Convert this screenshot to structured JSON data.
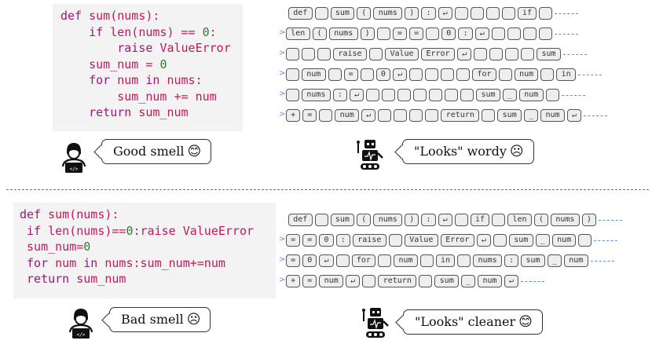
{
  "good_code": [
    [
      {
        "t": "def ",
        "c": "kw"
      },
      {
        "t": "sum(nums):",
        "c": "plain"
      }
    ],
    [
      {
        "t": "    if ",
        "c": "kw"
      },
      {
        "t": "len(nums) == ",
        "c": "plain"
      },
      {
        "t": "0",
        "c": "num"
      },
      {
        "t": ":",
        "c": "plain"
      }
    ],
    [
      {
        "t": "        raise ",
        "c": "kw"
      },
      {
        "t": "ValueError",
        "c": "plain"
      }
    ],
    [
      {
        "t": "    sum_num = ",
        "c": "plain"
      },
      {
        "t": "0",
        "c": "num"
      }
    ],
    [
      {
        "t": "    for ",
        "c": "kw"
      },
      {
        "t": "num ",
        "c": "plain"
      },
      {
        "t": "in ",
        "c": "kw"
      },
      {
        "t": "nums:",
        "c": "plain"
      }
    ],
    [
      {
        "t": "        sum_num += num",
        "c": "plain"
      }
    ],
    [
      {
        "t": "    return ",
        "c": "kw"
      },
      {
        "t": "sum_num",
        "c": "plain"
      }
    ]
  ],
  "bad_code": [
    [
      {
        "t": "def ",
        "c": "kw"
      },
      {
        "t": "sum(nums):",
        "c": "plain"
      }
    ],
    [
      {
        "t": " if ",
        "c": "kw"
      },
      {
        "t": "len(nums)==",
        "c": "plain"
      },
      {
        "t": "0",
        "c": "num"
      },
      {
        "t": ":raise ValueError",
        "c": "plain"
      }
    ],
    [
      {
        "t": " sum_num=",
        "c": "plain"
      },
      {
        "t": "0",
        "c": "num"
      }
    ],
    [
      {
        "t": " for ",
        "c": "kw"
      },
      {
        "t": "num ",
        "c": "plain"
      },
      {
        "t": "in ",
        "c": "kw"
      },
      {
        "t": "nums:sum_num+=num",
        "c": "plain"
      }
    ],
    [
      {
        "t": " return ",
        "c": "kw"
      },
      {
        "t": "sum_num",
        "c": "plain"
      }
    ]
  ],
  "good_tokens": [
    [
      "def",
      "",
      "sum",
      "(",
      "nums",
      ")",
      ":",
      "↵",
      "",
      "",
      "",
      "",
      "if",
      ""
    ],
    [
      "len",
      "(",
      "nums",
      ")",
      "",
      "=",
      "=",
      "",
      "0",
      ":",
      "↵",
      "",
      "",
      "",
      ""
    ],
    [
      "",
      "",
      "",
      "raise",
      "",
      "Value",
      "Error",
      "↵",
      "",
      "",
      "",
      "",
      "sum"
    ],
    [
      "",
      "num",
      "",
      "=",
      "",
      "0",
      "↵",
      "",
      "",
      "",
      "",
      "for",
      "",
      "num",
      "",
      "in"
    ],
    [
      "",
      "nums",
      ":",
      "↵",
      "",
      "",
      "",
      "",
      "",
      "",
      "",
      "sum",
      "_",
      "num",
      ""
    ],
    [
      "+",
      "=",
      "",
      "num",
      "↵",
      "",
      "",
      "",
      "",
      "return",
      "",
      "sum",
      "_",
      "num",
      "↵"
    ]
  ],
  "bad_tokens": [
    [
      "def",
      "",
      "sum",
      "(",
      "nums",
      ")",
      ":",
      "↵",
      "",
      "if",
      "",
      "len",
      "(",
      "nums",
      ")"
    ],
    [
      "=",
      "=",
      "0",
      ":",
      "raise",
      "",
      "Value",
      "Error",
      "↵",
      "",
      "sum",
      "_",
      "num",
      ""
    ],
    [
      "=",
      "0",
      "↵",
      "",
      "for",
      "",
      "num",
      "",
      "in",
      "",
      "nums",
      ":",
      "sum",
      "_",
      "num"
    ],
    [
      "+",
      "=",
      "num",
      "↵",
      "",
      "return",
      "",
      "sum",
      "_",
      "num",
      "↵"
    ]
  ],
  "captions": {
    "good_human": "Good smell",
    "good_model": "\"Looks\" wordy",
    "bad_human": "Bad smell",
    "bad_model": "\"Looks\" cleaner",
    "happy_emoji": "😊",
    "sad_emoji": "☹"
  },
  "colors": {
    "keyword": "#a0167a",
    "string": "#c2185b",
    "number": "#2e7d32",
    "divider": "#4a78c8",
    "token_wrap": "#5b8ed6"
  }
}
